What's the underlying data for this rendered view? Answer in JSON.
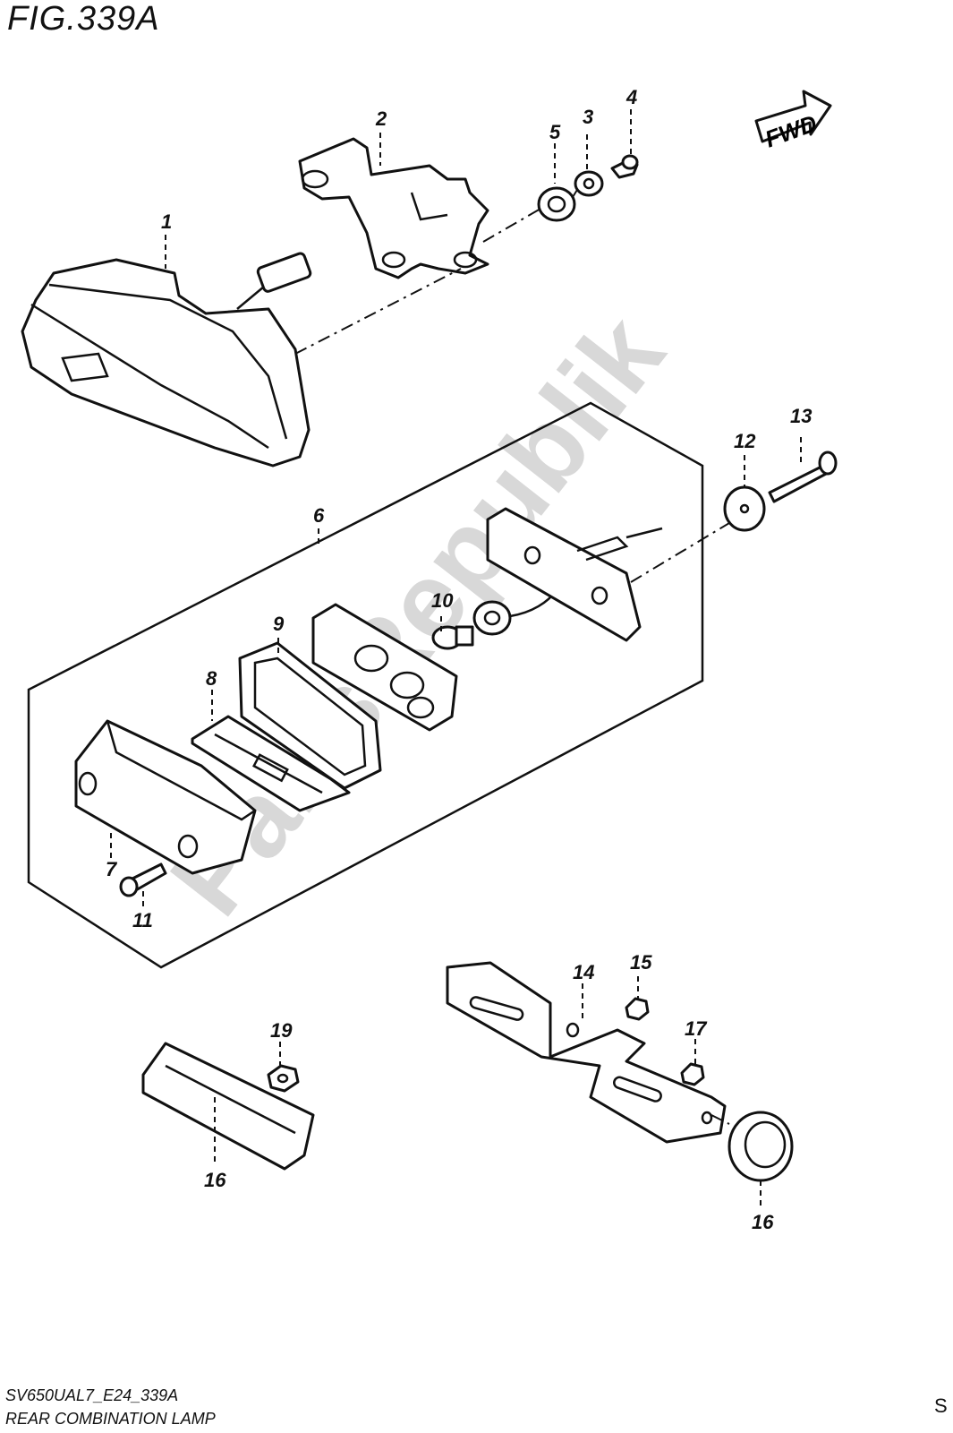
{
  "figure_label": "FIG.339A",
  "model_code": "SV650UAL7_E24_339A",
  "section_title": "REAR COMBINATION LAMP",
  "page_mark": "S",
  "fwd_label": "FWD",
  "watermark": "PartsRepublik",
  "callouts": {
    "c1": "1",
    "c2": "2",
    "c3": "3",
    "c4": "4",
    "c5": "5",
    "c6": "6",
    "c7": "7",
    "c8": "8",
    "c9": "9",
    "c10": "10",
    "c11": "11",
    "c12": "12",
    "c13": "13",
    "c14": "14",
    "c15": "15",
    "c16a": "16",
    "c16b": "16",
    "c17": "17",
    "c19": "19"
  }
}
